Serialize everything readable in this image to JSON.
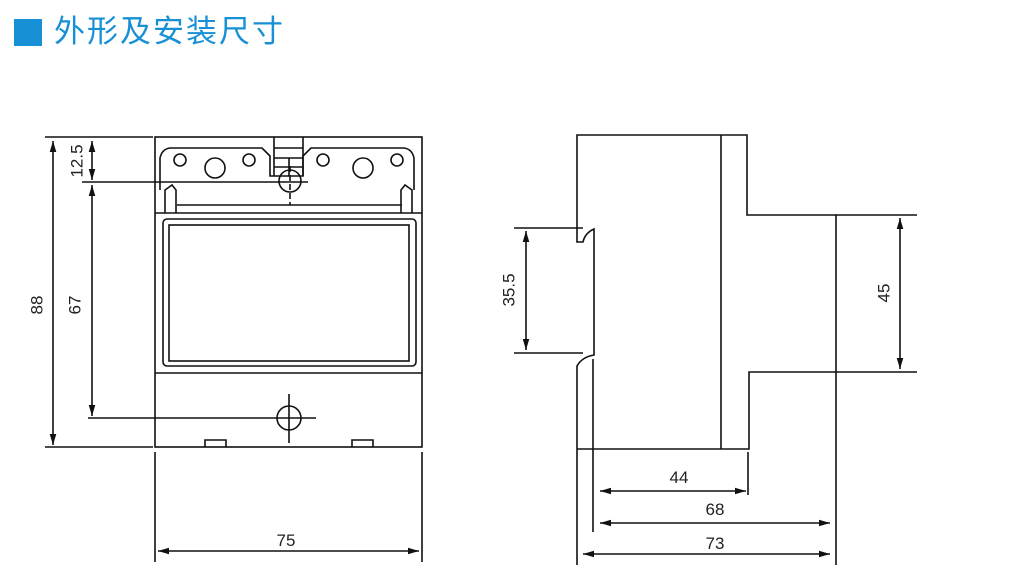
{
  "title": "外形及安装尺寸",
  "accent_color": "#1790d6",
  "front_view": {
    "dimensions": {
      "height_total": "88",
      "mount_to_bottom": "67",
      "top_to_mount": "12.5",
      "width": "75"
    }
  },
  "side_view": {
    "dimensions": {
      "rail_width": "35.5",
      "front_height": "45",
      "depth_front": "44",
      "depth_mid": "68",
      "depth_total": "73"
    }
  }
}
